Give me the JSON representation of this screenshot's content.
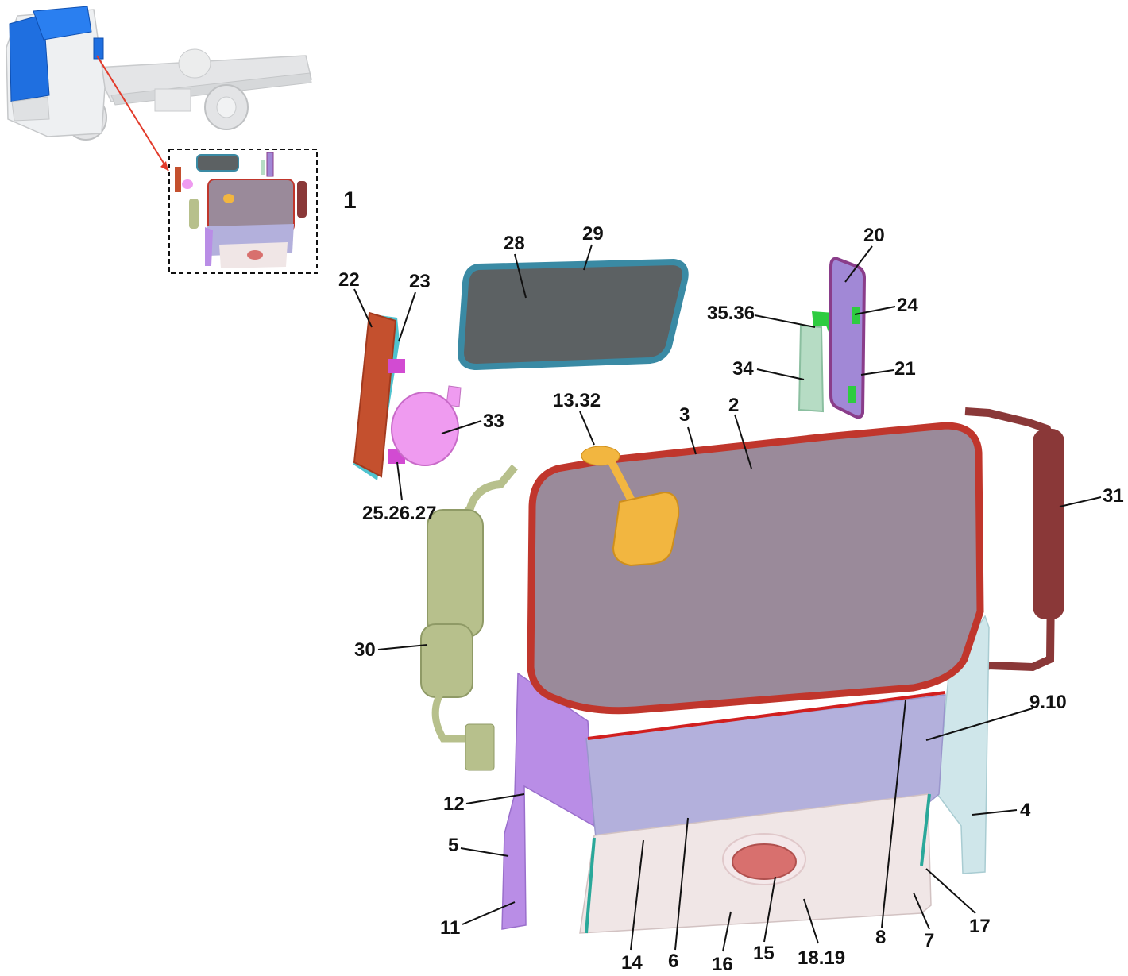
{
  "diagram": {
    "group_label": "1",
    "parts": [
      {
        "id": "22",
        "name": "left-door-glass-panel"
      },
      {
        "id": "23",
        "name": "left-door-glass-seal"
      },
      {
        "id": "28",
        "name": "rear-window-glass"
      },
      {
        "id": "29",
        "name": "rear-window-seal"
      },
      {
        "id": "20",
        "name": "side-window-glass"
      },
      {
        "id": "24",
        "name": "side-window-clip"
      },
      {
        "id": "21",
        "name": "side-window-seal"
      },
      {
        "id": "35.36",
        "name": "bracket-fasteners"
      },
      {
        "id": "34",
        "name": "vent-trim"
      },
      {
        "id": "33",
        "name": "front-view-mirror"
      },
      {
        "id": "25.26.27",
        "name": "mirror-brackets"
      },
      {
        "id": "13.32",
        "name": "interior-mirror-mount"
      },
      {
        "id": "3",
        "name": "windshield-seal"
      },
      {
        "id": "2",
        "name": "windshield-glass"
      },
      {
        "id": "31",
        "name": "right-mirror"
      },
      {
        "id": "30",
        "name": "left-mirror"
      },
      {
        "id": "9.10",
        "name": "panel-fasteners"
      },
      {
        "id": "12",
        "name": "clip"
      },
      {
        "id": "4",
        "name": "right-corner-panel"
      },
      {
        "id": "5",
        "name": "left-corner-panel"
      },
      {
        "id": "11",
        "name": "corner-fastener"
      },
      {
        "id": "14",
        "name": "grille-clip"
      },
      {
        "id": "6",
        "name": "front-panel"
      },
      {
        "id": "16",
        "name": "grille"
      },
      {
        "id": "15",
        "name": "badge"
      },
      {
        "id": "18.19",
        "name": "badge-fasteners"
      },
      {
        "id": "8",
        "name": "panel-seal"
      },
      {
        "id": "7",
        "name": "grille-fastener"
      },
      {
        "id": "17",
        "name": "grille-edge-trim"
      }
    ],
    "colors": {
      "cab_blue": "#1f6fe0",
      "chassis_grey": "#d4d6d8",
      "windshield": "#9a8a9a",
      "windshield_seal": "#c0362c",
      "door_panel": "#c4502e",
      "rear_glass": "#5c6163",
      "rear_seal": "#3a8aa4",
      "side_glass": "#a188d6",
      "side_seal": "#8a3d8a",
      "mirror_left": "#b7c08c",
      "mirror_right": "#8a3838",
      "mirror_yellow": "#f2b640",
      "mirror_pink": "#ef9bf0",
      "front_panel": "#b3b0dc",
      "corner_left": "#b98de6",
      "corner_right": "#cfe6ea",
      "grille": "#f0e6e6",
      "badge": "#d8706e",
      "vent_trim": "#b6dcc4",
      "arrow_red": "#e23b2b"
    }
  }
}
